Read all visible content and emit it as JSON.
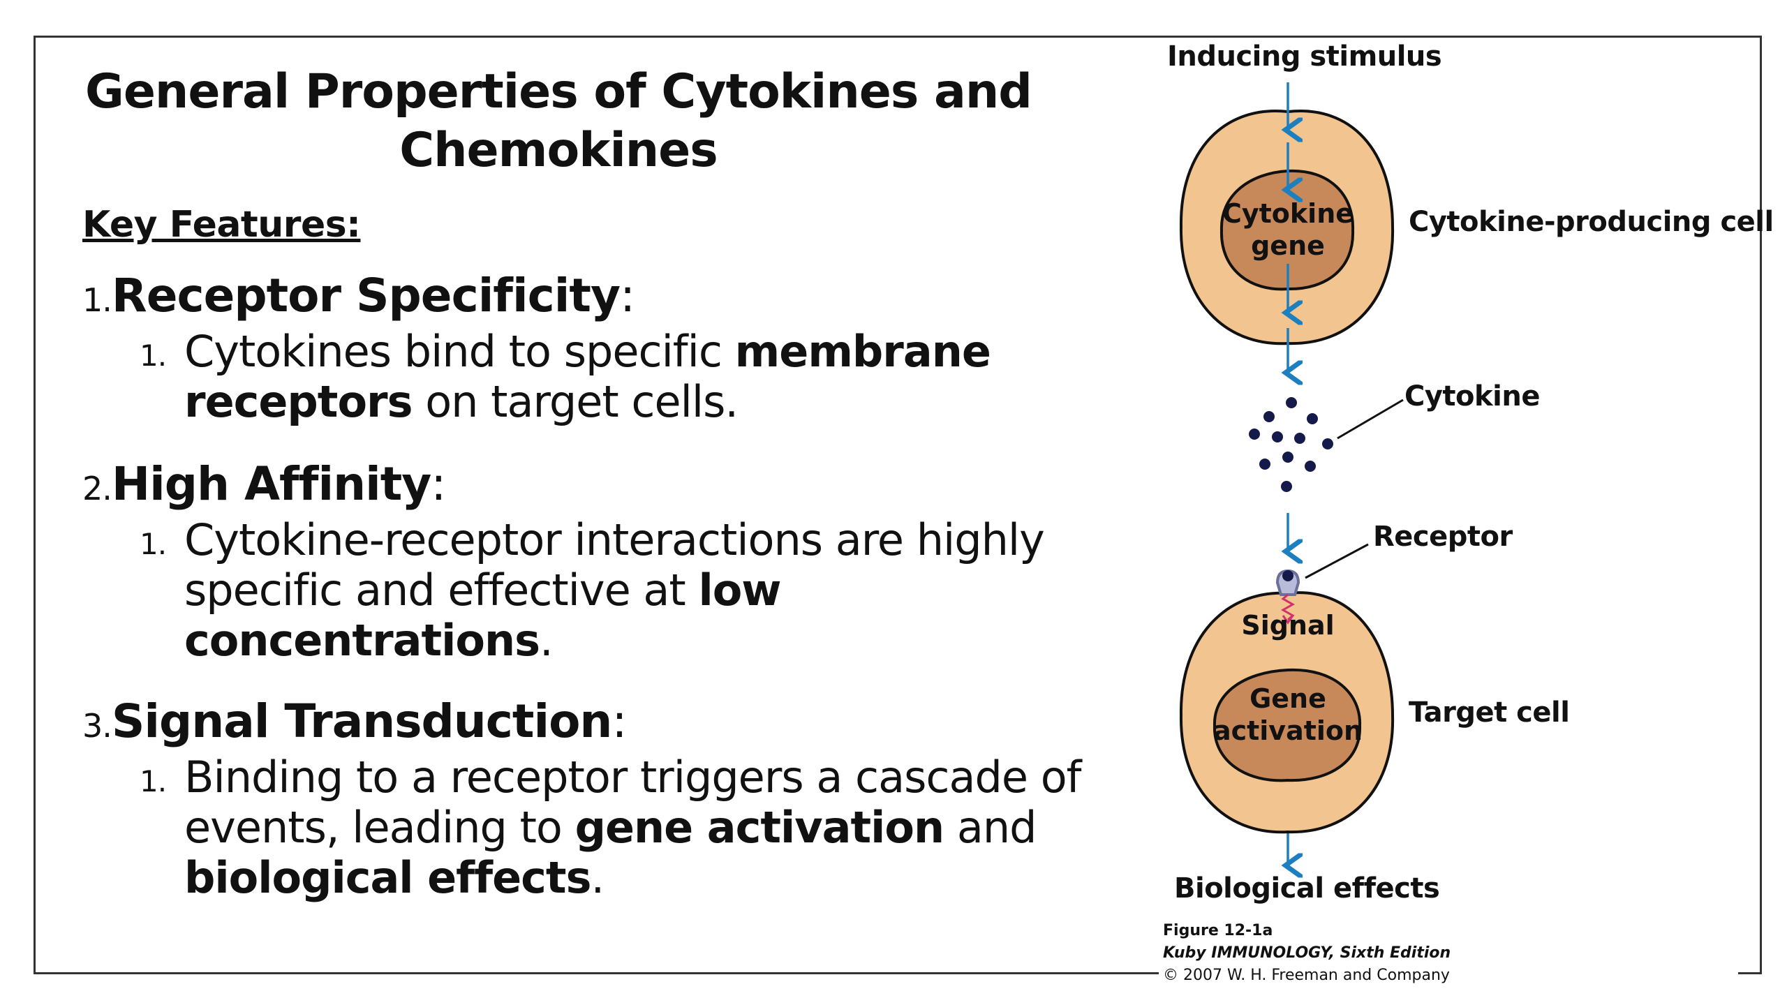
{
  "slide": {
    "title": "General Properties of Cytokines and Chemokines",
    "key_features_label": "Key Features:",
    "points": [
      {
        "num": "1.",
        "heading": "Receptor Specificity",
        "colon": ":",
        "sub_num": "1.",
        "sub_parts": [
          "Cytokines bind to specific ",
          "membrane receptors",
          " on target cells."
        ]
      },
      {
        "num": "2.",
        "heading": "High Affinity",
        "colon": ":",
        "sub_num": "1.",
        "sub_parts": [
          "Cytokine-receptor interactions are highly specific and effective at ",
          "low concentrations",
          "."
        ]
      },
      {
        "num": "3.",
        "heading": "Signal Transduction",
        "colon": ":",
        "sub_num": "1.",
        "sub_parts": [
          "Binding to a receptor triggers a cascade of events, leading to ",
          "gene activation",
          " and ",
          "biological effects",
          "."
        ]
      }
    ]
  },
  "figure": {
    "inducing_stimulus": "Inducing stimulus",
    "cytokine_gene_line1": "Cytokine",
    "cytokine_gene_line2": "gene",
    "cytokine_producing_cell": "Cytokine-producing cell",
    "cytokine": "Cytokine",
    "receptor": "Receptor",
    "signal": "Signal",
    "gene_activation_line1": "Gene",
    "gene_activation_line2": "activation",
    "target_cell": "Target cell",
    "biological_effects": "Biological effects",
    "caption_line1": "Figure 12-1a",
    "caption_line2": "Kuby IMMUNOLOGY, Sixth Edition",
    "caption_line3": "© 2007 W. H. Freeman and Company",
    "colors": {
      "cell_outer": "#f2c48f",
      "nucleus": "#c8895a",
      "arrow": "#1c7fbf",
      "cytokine_dot": "#141a4a",
      "signal_arrow": "#d0306c",
      "receptor": "#6b6f9a"
    }
  }
}
